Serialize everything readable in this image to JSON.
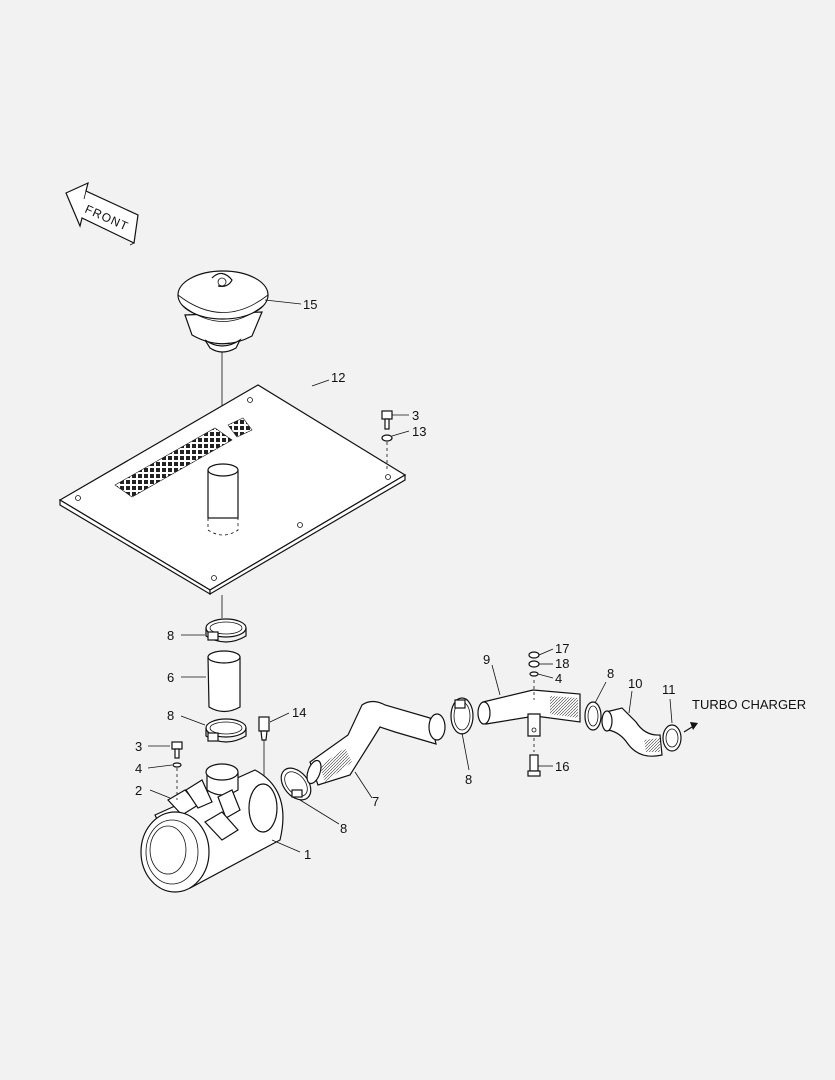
{
  "front_arrow_label": "FRONT",
  "turbo_charger_label": "TURBO CHARGER",
  "callouts": {
    "c1": "1",
    "c2": "2",
    "c3a": "3",
    "c3b": "3",
    "c4a": "4",
    "c4b": "4",
    "c6": "6",
    "c7": "7",
    "c8a": "8",
    "c8b": "8",
    "c8c": "8",
    "c8d": "8",
    "c8e": "8",
    "c9": "9",
    "c10": "10",
    "c11": "11",
    "c12": "12",
    "c13": "13",
    "c14": "14",
    "c15": "15",
    "c16": "16",
    "c17": "17",
    "c18": "18"
  },
  "colors": {
    "background": "#f2f2f2",
    "line": "#111111",
    "part_fill": "#ffffff"
  }
}
